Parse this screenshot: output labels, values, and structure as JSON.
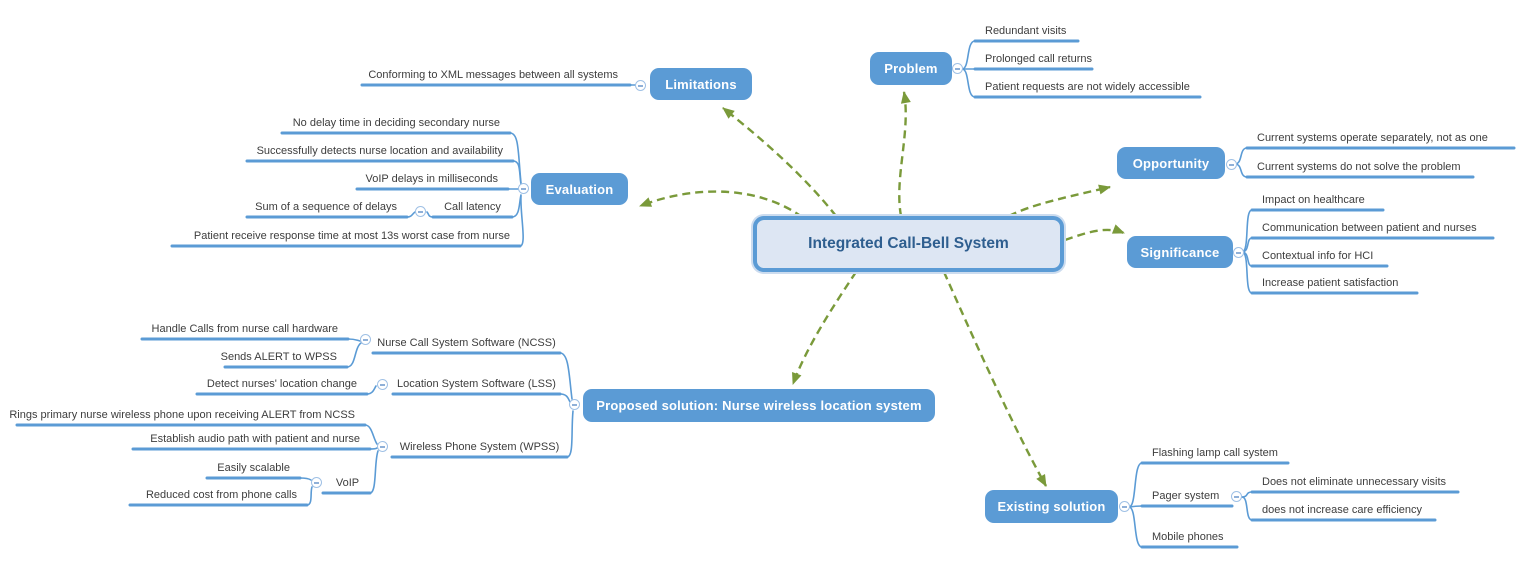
{
  "central": {
    "label": "Integrated Call-Bell System"
  },
  "branches": {
    "problem": {
      "label": "Problem",
      "children": [
        {
          "label": "Redundant visits"
        },
        {
          "label": "Prolonged call returns"
        },
        {
          "label": "Patient requests are not widely accessible"
        }
      ]
    },
    "limitations": {
      "label": "Limitations",
      "children": [
        {
          "label": "Conforming to XML messages between all systems"
        }
      ]
    },
    "opportunity": {
      "label": "Opportunity",
      "children": [
        {
          "label": "Current systems operate separately, not as one"
        },
        {
          "label": "Current systems do not solve the problem"
        }
      ]
    },
    "significance": {
      "label": "Significance",
      "children": [
        {
          "label": "Impact on healthcare"
        },
        {
          "label": "Communication between patient and nurses"
        },
        {
          "label": "Contextual info for HCI"
        },
        {
          "label": "Increase patient satisfaction"
        }
      ]
    },
    "evaluation": {
      "label": "Evaluation",
      "children": [
        {
          "label": "No delay time in deciding secondary nurse"
        },
        {
          "label": "Successfully detects nurse location and availability"
        },
        {
          "label": "VoIP delays in milliseconds"
        },
        {
          "label": "Call latency",
          "children": [
            {
              "label": "Sum of a sequence of delays"
            }
          ]
        },
        {
          "label": "Patient receive response time at most 13s worst case from nurse"
        }
      ]
    },
    "proposed": {
      "label": "Proposed solution: Nurse wireless location system",
      "children": [
        {
          "label": "Nurse Call System Software (NCSS)",
          "children": [
            {
              "label": "Handle Calls from nurse call hardware"
            },
            {
              "label": "Sends ALERT to WPSS"
            }
          ]
        },
        {
          "label": "Location System Software (LSS)",
          "children": [
            {
              "label": "Detect nurses' location change"
            }
          ]
        },
        {
          "label": "Wireless Phone System (WPSS)",
          "children": [
            {
              "label": "Rings primary nurse wireless phone upon receiving ALERT from NCSS"
            },
            {
              "label": "Establish audio path with patient and nurse"
            },
            {
              "label": "VoIP",
              "children": [
                {
                  "label": "Easily scalable"
                },
                {
                  "label": "Reduced cost from phone calls"
                }
              ]
            }
          ]
        }
      ]
    },
    "existing": {
      "label": "Existing solution",
      "children": [
        {
          "label": "Flashing lamp call system"
        },
        {
          "label": "Pager system",
          "children": [
            {
              "label": "Does not eliminate unnecessary visits"
            },
            {
              "label": "does not increase care efficiency"
            }
          ]
        },
        {
          "label": "Mobile phones"
        }
      ]
    }
  },
  "colors": {
    "node_blue": "#5b9bd5",
    "central_fill": "#dde6f3",
    "central_text": "#2e5e8f",
    "branch_line": "#5b9bd5",
    "arrow_green": "#7a9a3a",
    "label_text": "#3d3d3d"
  }
}
